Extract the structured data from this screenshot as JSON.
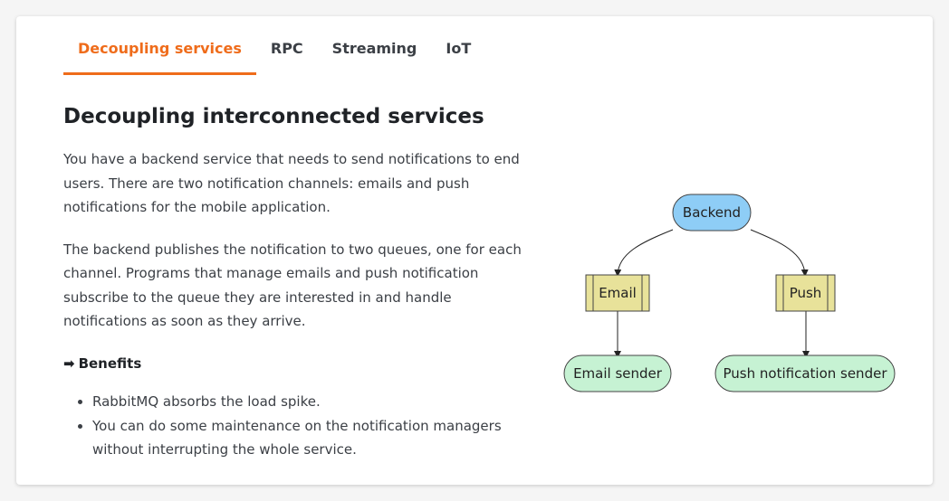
{
  "tabs": [
    {
      "label": "Decoupling services",
      "active": true
    },
    {
      "label": "RPC",
      "active": false
    },
    {
      "label": "Streaming",
      "active": false
    },
    {
      "label": "IoT",
      "active": false
    }
  ],
  "section": {
    "title": "Decoupling interconnected services",
    "paragraphs": [
      "You have a backend service that needs to send notifications to end users. There are two notification channels: emails and push notifications for the mobile application.",
      "The backend publishes the notification to two queues, one for each channel. Programs that manage emails and push notification subscribe to the queue they are interested in and handle notifications as soon as they arrive."
    ],
    "benefits_heading": "Benefits",
    "benefits": [
      "RabbitMQ absorbs the load spike.",
      "You can do some maintenance on the notification managers without interrupting the whole service."
    ]
  },
  "diagram": {
    "nodes": {
      "backend": "Backend",
      "email_queue": "Email",
      "push_queue": "Push",
      "email_sender": "Email sender",
      "push_sender": "Push notification sender"
    },
    "colors": {
      "backend_fill": "#8ecdf6",
      "queue_fill": "#e8e29a",
      "sender_fill": "#c6f2d3",
      "accent": "#ef6c1b"
    }
  }
}
